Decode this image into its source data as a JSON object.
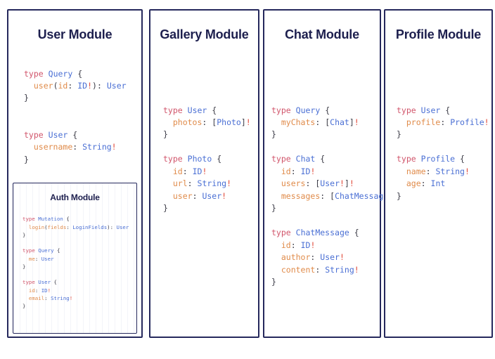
{
  "diagram": {
    "title_role": "graphql-schema-modules",
    "accent_border": "#25285c",
    "title_color": "#1d1f4e",
    "background": "#ffffff",
    "token_colors": {
      "keyword": "#d1556b",
      "type_name": "#4a6fd4",
      "field_name": "#e08b4a",
      "punctuation": "#3b3b46",
      "non_null": "#e14a3a"
    }
  },
  "cards": [
    {
      "id": "user",
      "title": "User Module",
      "code": "type Query {\n  user(id: ID!): User\n}\n\n\ntype User {\n  username: String!\n}",
      "nested": {
        "id": "auth",
        "title": "Auth Module",
        "code": "type Mutation {\n  login(fields: LoginFields): User\n}\n\ntype Query {\n  me: User\n}\n\ntype User {\n  id: ID!\n  email: String!\n}"
      }
    },
    {
      "id": "gallery",
      "title": "Gallery Module",
      "code": "type User {\n  photos: [Photo]!\n}\n\ntype Photo {\n  id: ID!\n  url: String!\n  user: User!\n}"
    },
    {
      "id": "chat",
      "title": "Chat Module",
      "code": "type Query {\n  myChats: [Chat]!\n}\n\ntype Chat {\n  id: ID!\n  users: [User!]!\n  messages: [ChatMessage]!\n}\n\ntype ChatMessage {\n  id: ID!\n  author: User!\n  content: String!\n}"
    },
    {
      "id": "profile",
      "title": "Profile Module",
      "code": "type User {\n  profile: Profile!\n}\n\ntype Profile {\n  name: String!\n  age: Int\n}"
    }
  ]
}
